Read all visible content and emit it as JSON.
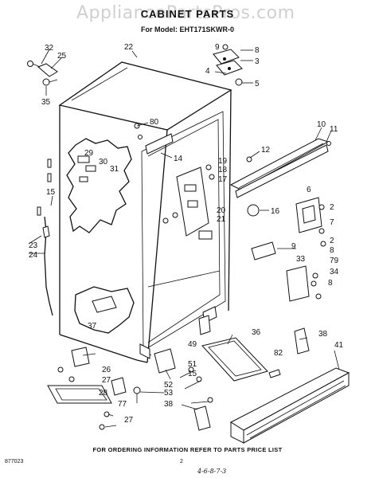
{
  "header": {
    "watermark": "AppliancePartsPros.com",
    "title": "CABINET PARTS",
    "model_line": "For Model: EHT171SKWR-0"
  },
  "callouts": [
    "32",
    "25",
    "35",
    "22",
    "9",
    "8",
    "3",
    "4",
    "5",
    "80",
    "10",
    "11",
    "29",
    "30",
    "31",
    "14",
    "12",
    "19",
    "18",
    "17",
    "15",
    "16",
    "20",
    "21",
    "6",
    "2",
    "7",
    "2",
    "8",
    "23",
    "24",
    "9",
    "33",
    "79",
    "34",
    "8",
    "37",
    "36",
    "49",
    "38",
    "82",
    "41",
    "26",
    "27",
    "52",
    "51",
    "15",
    "28",
    "77",
    "53",
    "38",
    "27"
  ],
  "footer": {
    "ordering_note": "FOR ORDERING INFORMATION REFER TO PARTS PRICE LIST",
    "doc_number": "877023",
    "page_number": "2",
    "handwritten_note": "4-6-8-7-3"
  }
}
